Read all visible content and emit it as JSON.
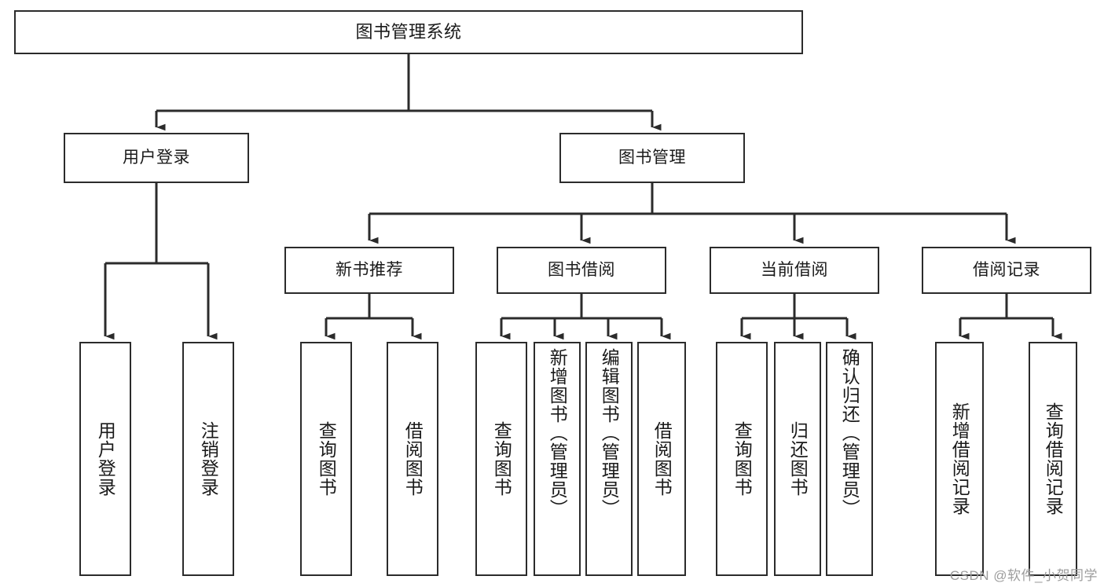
{
  "diagram": {
    "title": "图书管理系统",
    "type": "tree",
    "colors": {
      "box_border": "#2b2b2b",
      "box_fill": "#ffffff",
      "line": "#2b2b2b",
      "text": "#1a1a1a",
      "watermark": "#9d9d9d",
      "background": "#ffffff"
    },
    "root": {
      "label": "图书管理系统"
    },
    "level2": [
      {
        "label": "用户登录"
      },
      {
        "label": "图书管理"
      }
    ],
    "level3": [
      {
        "label": "新书推荐"
      },
      {
        "label": "图书借阅"
      },
      {
        "label": "当前借阅"
      },
      {
        "label": "借阅记录"
      }
    ],
    "leaves": {
      "user_login": [
        {
          "label": "用户登录"
        },
        {
          "label": "注销登录"
        }
      ],
      "new_book_recommend": [
        {
          "label": "查询图书"
        },
        {
          "label": "借阅图书"
        }
      ],
      "book_borrow": [
        {
          "label": "查询图书"
        },
        {
          "label": "新增图书（管理员）"
        },
        {
          "label": "编辑图书（管理员）"
        },
        {
          "label": "借阅图书"
        }
      ],
      "current_borrow": [
        {
          "label": "查询图书"
        },
        {
          "label": "归还图书"
        },
        {
          "label": "确认归还（管理员）"
        }
      ],
      "borrow_record": [
        {
          "label": "新增借阅记录"
        },
        {
          "label": "查询借阅记录"
        }
      ]
    }
  },
  "watermark": {
    "text": "CSDN @软件_小贺同学"
  }
}
